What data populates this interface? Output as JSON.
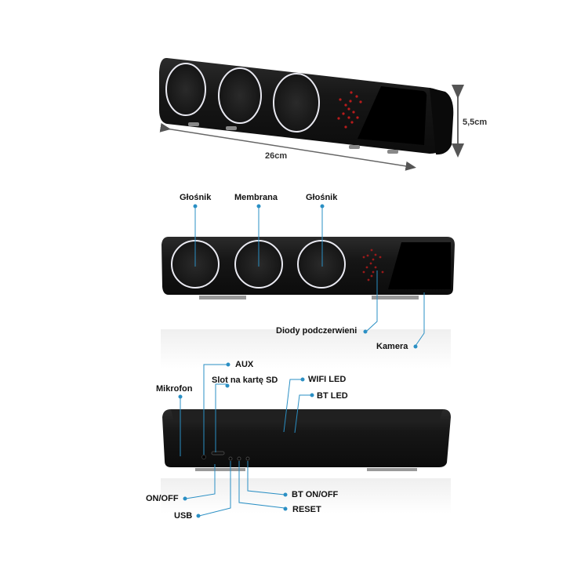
{
  "dimensions": {
    "length": "26cm",
    "height": "5,5cm"
  },
  "front_labels": {
    "speaker_left": "Głośnik",
    "membrane": "Membrana",
    "speaker_right": "Głośnik",
    "ir_diodes": "Diody podczerwieni",
    "camera": "Kamera"
  },
  "back_labels": {
    "microphone": "Mikrofon",
    "aux": "AUX",
    "sd_slot": "Slot na kartę SD",
    "wifi_led": "WIFI LED",
    "bt_led": "BT LED",
    "on_off": "ON/OFF",
    "usb": "USB",
    "bt_on_off": "BT ON/OFF",
    "reset": "RESET"
  },
  "colors": {
    "body": "#141414",
    "ring": "#e8e8f0",
    "ir_led": "#b81c1c",
    "callout": "#2a8fc4",
    "arrow": "#555555"
  }
}
